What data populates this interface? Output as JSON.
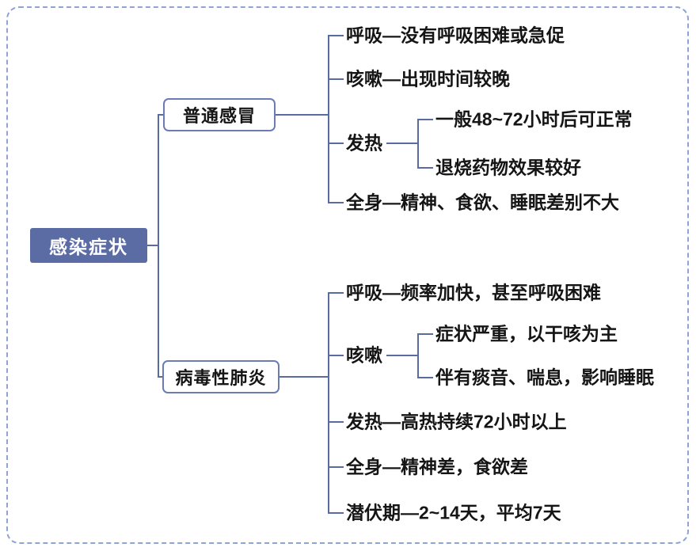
{
  "diagram": {
    "type": "mindmap",
    "root": {
      "label": "感染症状"
    },
    "branches": [
      {
        "label": "普通感冒",
        "items": [
          {
            "label": "呼吸—没有呼吸困难或急促"
          },
          {
            "label": "咳嗽—出现时间较晚"
          },
          {
            "label": "发热",
            "children": [
              {
                "label": "一般48~72小时后可正常"
              },
              {
                "label": "退烧药物效果较好"
              }
            ]
          },
          {
            "label": "全身—精神、食欲、睡眠差别不大"
          }
        ]
      },
      {
        "label": "病毒性肺炎",
        "items": [
          {
            "label": "呼吸—频率加快，甚至呼吸困难"
          },
          {
            "label": "咳嗽",
            "children": [
              {
                "label": "症状严重，以干咳为主"
              },
              {
                "label": "伴有痰音、喘息，影响睡眠"
              }
            ]
          },
          {
            "label": "发热—高热持续72小时以上"
          },
          {
            "label": "全身—精神差，食欲差"
          },
          {
            "label": "潜伏期—2~14天，平均7天"
          }
        ]
      }
    ],
    "colors": {
      "background": "#ffffff",
      "root_fill": "#5b6ba3",
      "root_text": "#ffffff",
      "branch_border": "#6b7cb5",
      "connector_line": "#5a6ba2",
      "outer_dashed_border": "#8fa3d4",
      "leaf_text": "#151515"
    }
  }
}
